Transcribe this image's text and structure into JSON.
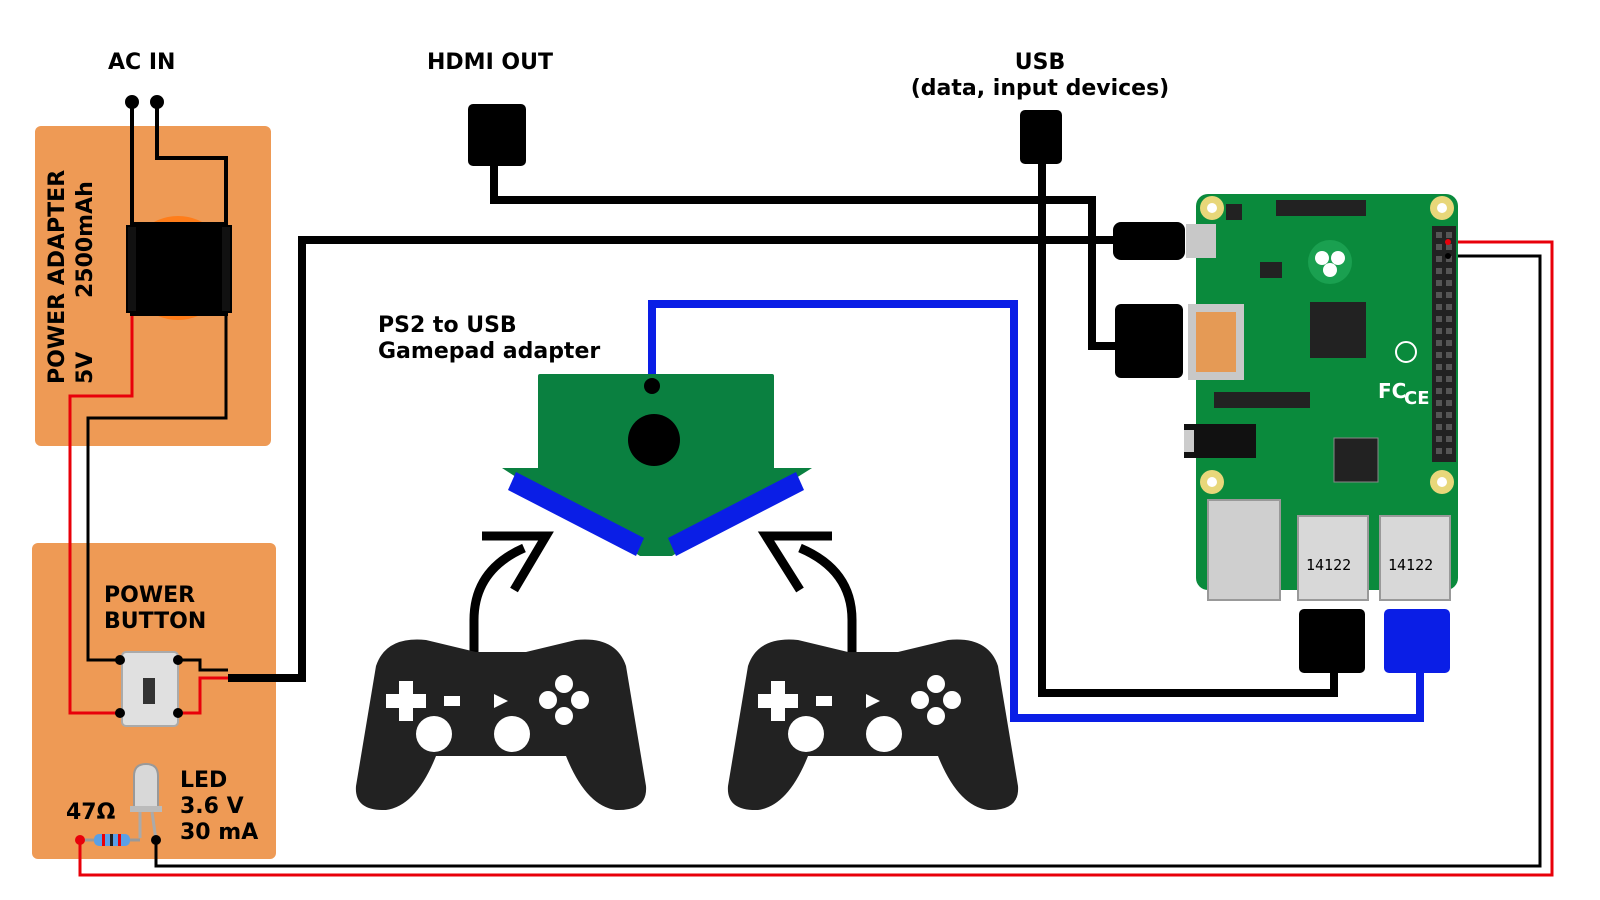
{
  "labels": {
    "ac_in": "AC IN",
    "hdmi_out": "HDMI OUT",
    "usb_title": "USB",
    "usb_sub": "(data, input devices)",
    "adapter_title": "PS2 to USB",
    "adapter_sub": "Gamepad adapter",
    "power_adapter_line1": "POWER ADAPTER",
    "power_adapter_line2": "5V       2500mAh",
    "power_button_line1": "POWER",
    "power_button_line2": "BUTTON",
    "led_title": "LED",
    "led_voltage": "3.6 V",
    "led_current": "30 mA",
    "resistor": "47Ω",
    "usb_port_left": "14122",
    "usb_port_right": "14122"
  },
  "colors": {
    "orange_box": "#ee9a55",
    "pcb_green": "#0a8a3c",
    "adapter_green": "#0a8040",
    "wire_red": "#e8000a",
    "wire_black": "#000000",
    "wire_blue": "#0a1ee6",
    "gamepad": "#222222"
  },
  "icons": [
    "plug-icon",
    "transformer-icon",
    "switch-icon",
    "led-icon",
    "resistor-icon",
    "gamepad-icon",
    "arrow-icon",
    "raspberry-pi-board"
  ]
}
